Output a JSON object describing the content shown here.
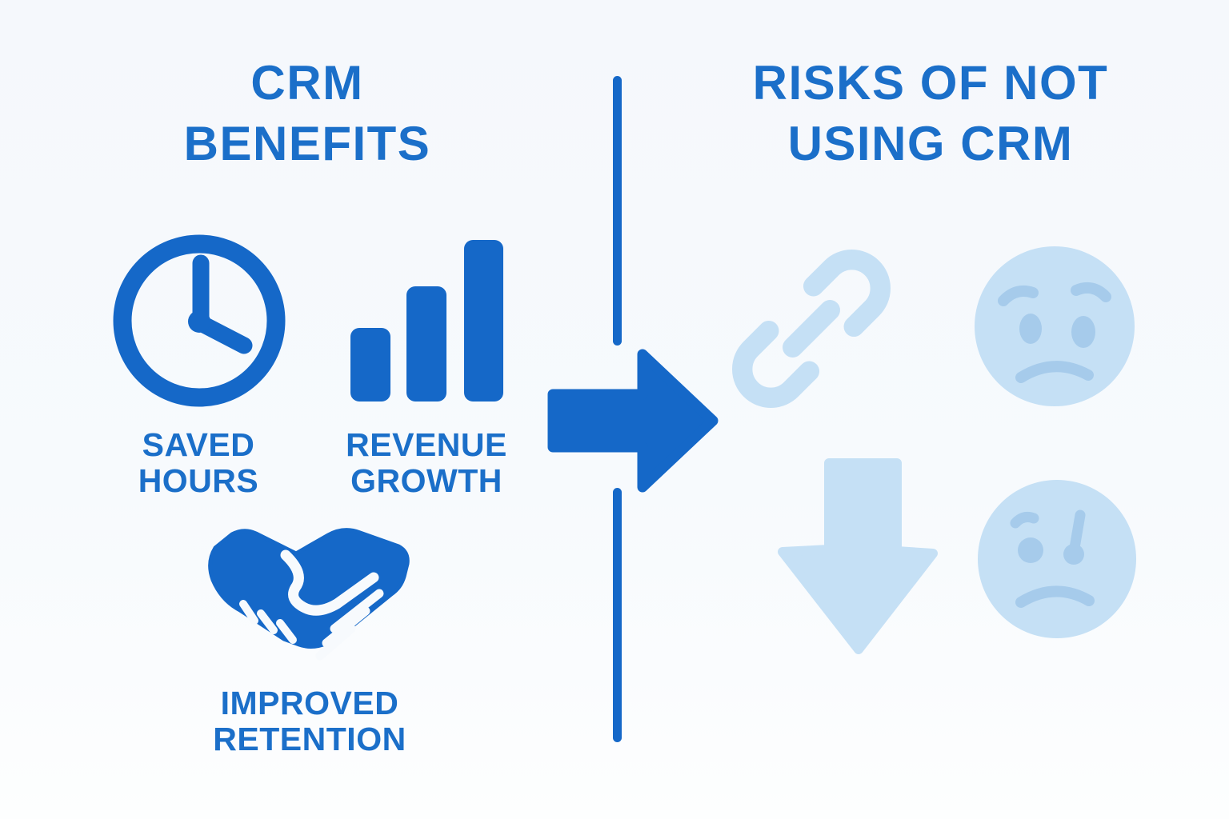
{
  "left_panel": {
    "title_line1": "CRM",
    "title_line2": "BENEFITS",
    "items": [
      {
        "icon": "clock-icon",
        "label_line1": "SAVED",
        "label_line2": "HOURS"
      },
      {
        "icon": "bar-chart-icon",
        "label_line1": "REVENUE",
        "label_line2": "GROWTH"
      },
      {
        "icon": "handshake-icon",
        "label_line1": "IMPROVED",
        "label_line2": "RETENTION"
      }
    ]
  },
  "center": {
    "divider_icon": "vertical-divider",
    "arrow_icon": "right-arrow-icon"
  },
  "right_panel": {
    "title_line1": "RISKS OF NOT",
    "title_line2": "USING CRM",
    "icons": [
      {
        "name": "broken-link-icon"
      },
      {
        "name": "worried-face-icon"
      },
      {
        "name": "down-arrow-icon"
      },
      {
        "name": "sad-face-icon"
      }
    ]
  },
  "colors": {
    "primary_blue": "#1568c8",
    "title_blue": "#1b6fc9",
    "pale_blue": "#c5e0f5",
    "pale_blue_features": "#a6cbeb",
    "background": "#f7fafd"
  }
}
